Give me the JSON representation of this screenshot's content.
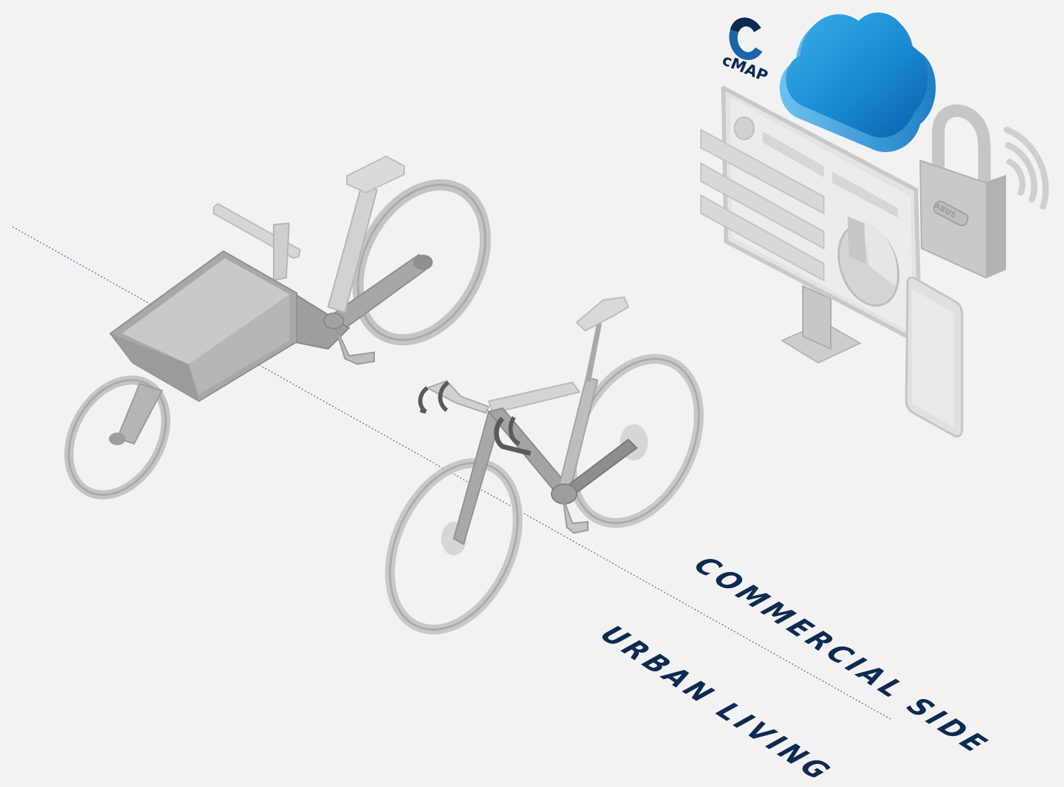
{
  "labels": {
    "commercial_side": "COMMERCIAL SIDE",
    "urban_living": "URBAN LIVING"
  },
  "logo": {
    "letter": "C",
    "wordmark": "cMAP"
  },
  "lock": {
    "brand": "ABUS"
  },
  "colors": {
    "background": "#f2f2f2",
    "label_navy": "#0c2a52",
    "divider_blue": "#2f5d9c",
    "cloud_blue": "#1f8fd0",
    "logo_blue": "#1b64a8",
    "bike_grey": "#bdbdbd"
  },
  "icons": [
    "cargo-bike-icon",
    "road-bike-icon",
    "cloud-icon",
    "monitor-kiosk-icon",
    "padlock-icon",
    "wireless-signal-icon",
    "smartphone-icon",
    "cmap-logo-icon"
  ]
}
